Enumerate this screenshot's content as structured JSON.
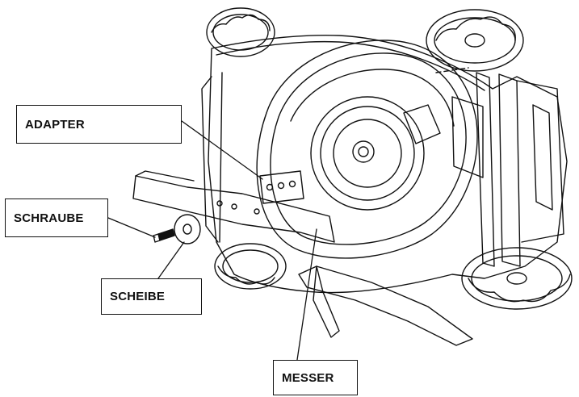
{
  "labels": {
    "adapter": "ADAPTER",
    "schraube": "SCHRAUBE",
    "scheibe": "SCHEIBE",
    "messer": "MESSER"
  },
  "colors": {
    "line": "#111111",
    "background": "#ffffff"
  }
}
